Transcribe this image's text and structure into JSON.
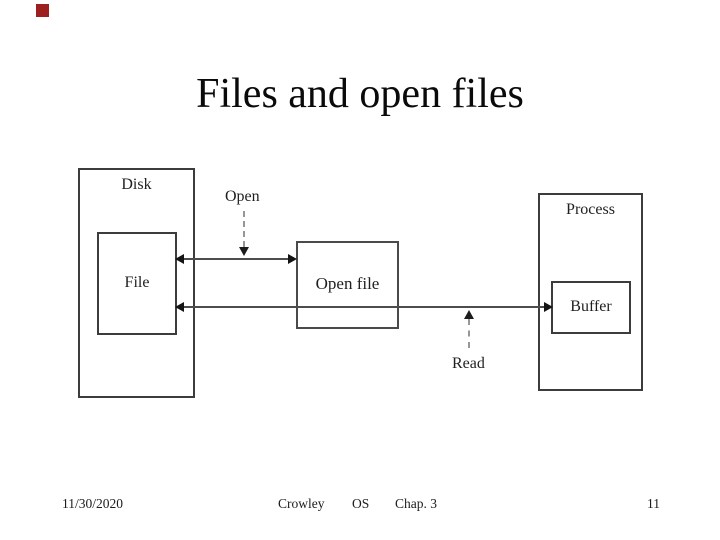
{
  "slide": {
    "title": "Files and open files",
    "footer": {
      "date": "11/30/2020",
      "author": "Crowley",
      "course": "OS",
      "chapter": "Chap. 3",
      "page_number": "11"
    },
    "colors": {
      "logo_red": "#9e1f1f",
      "box_border": "#3c3c3c",
      "solid_line": "#4d4d4d",
      "dashed_line": "#979797",
      "text": "#1a1a1a",
      "background": "#ffffff"
    }
  },
  "diagram": {
    "boxes": {
      "disk": {
        "label": "Disk"
      },
      "file": {
        "label": "File"
      },
      "open_file": {
        "label": "Open file"
      },
      "process": {
        "label": "Process"
      },
      "buffer": {
        "label": "Buffer"
      }
    },
    "arrows": {
      "open_label": "Open",
      "read_label": "Read"
    }
  }
}
